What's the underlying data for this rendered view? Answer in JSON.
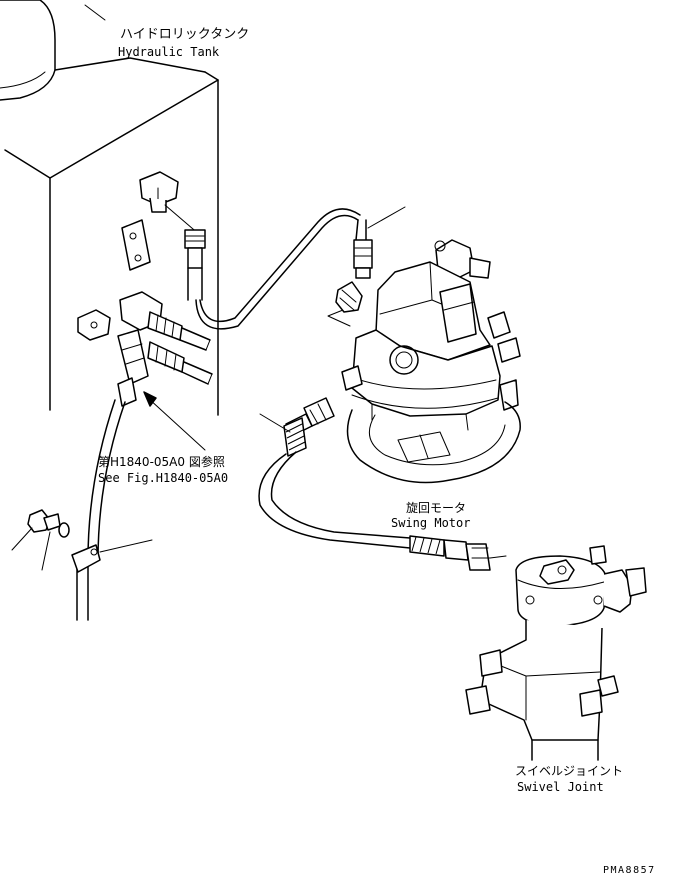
{
  "labels": {
    "hydraulic_tank_jp": "ハイドロリックタンク",
    "hydraulic_tank_en": "Hydraulic Tank",
    "swing_motor_jp": "旋回モータ",
    "swing_motor_en": "Swing Motor",
    "swivel_joint_jp": "スイベルジョイント",
    "swivel_joint_en": "Swivel Joint",
    "see_fig_jp": "第H1840-05A0 図参照",
    "see_fig_en": "See Fig.H1840-05A0",
    "drawing_number": "PMA8857"
  }
}
